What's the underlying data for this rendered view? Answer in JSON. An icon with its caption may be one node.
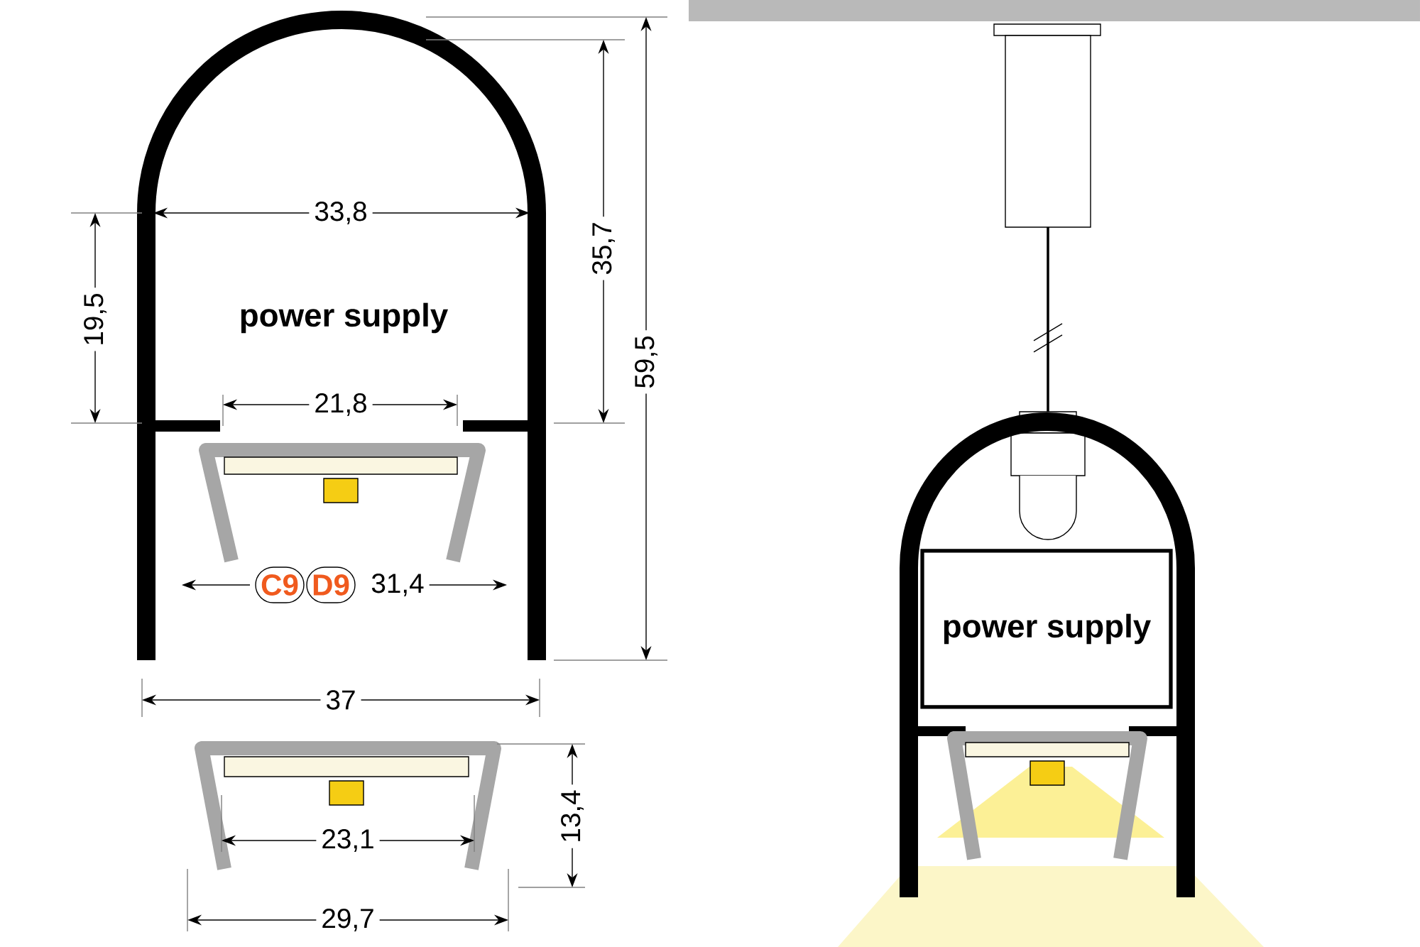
{
  "diagram": {
    "nodes": [
      {
        "text": [
          "C9"
        ]
      },
      {
        "text": [
          "D9"
        ]
      },
      {
        "text": [
          "power supply"
        ]
      }
    ],
    "labels": [
      "33,8",
      "35,7",
      "59,5",
      "19,5",
      "power supply",
      "21,8",
      "31,4",
      "37",
      "23,1",
      "13,4",
      "29,7"
    ]
  }
}
